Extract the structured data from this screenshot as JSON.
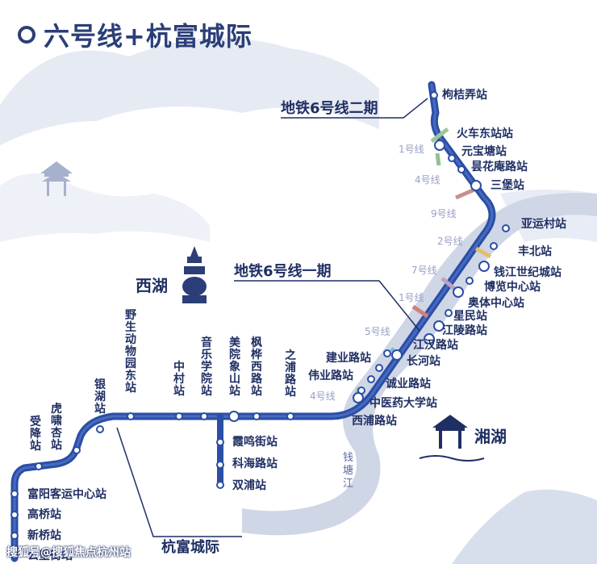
{
  "title": "六号线+杭富城际",
  "phases": {
    "phase2": "地铁6号线二期",
    "phase1": "地铁6号线一期",
    "hangfu": "杭富城际"
  },
  "places": {
    "west_lake": "西湖",
    "xiang_lake": "湘湖",
    "river": "钱塘江"
  },
  "transfer_lines": [
    "1号线",
    "4号线",
    "9号线",
    "2号线",
    "7号线",
    "1号线",
    "5号线",
    "4号线"
  ],
  "stations_phase2": [
    "枸桔弄站",
    "火车东站站",
    "元宝塘站",
    "昙花庵路站",
    "三堡站"
  ],
  "stations_phase1_east": [
    "亚运村站",
    "丰北站",
    "钱江世纪城站",
    "博览中心站",
    "奥体中心站",
    "星民站",
    "江陵路站",
    "江汉路站",
    "长河站",
    "诚业路站",
    "中医药大学站",
    "西浦路站"
  ],
  "stations_phase1_west": [
    "建业路站",
    "伟业路站"
  ],
  "stations_vertical_names": [
    "之浦路站",
    "枫桦西路站",
    "美院象山站",
    "音乐学院站",
    "中村站",
    "野生动物园东站",
    "银湖站",
    "虎啸杏站",
    "受降站"
  ],
  "stations_branch": [
    "霞鸣街站",
    "科海路站",
    "双浦站"
  ],
  "stations_hangfu": [
    "富阳客运中心站",
    "高桥站",
    "新桥站",
    "公望街站"
  ],
  "watermark": "搜狐号@搜狐焦点杭州站",
  "colors": {
    "line": "#2b4ea6",
    "dark": "#1f2f63",
    "bg_wash": "#dde3ef"
  }
}
